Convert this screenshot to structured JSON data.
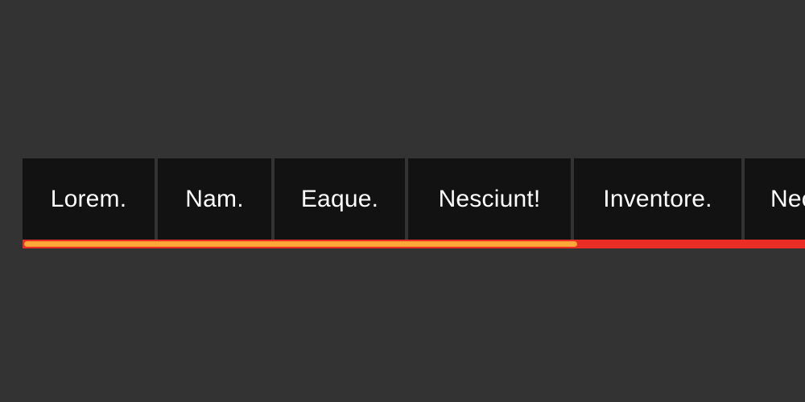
{
  "tabs": [
    {
      "label": "Lorem."
    },
    {
      "label": "Nam."
    },
    {
      "label": "Eaque."
    },
    {
      "label": "Nesciunt!"
    },
    {
      "label": "Inventore."
    },
    {
      "label": "Nec"
    }
  ],
  "progress": {
    "fraction": 0.71,
    "fill_color": "#ffa83a",
    "track_color": "#ea2d25"
  },
  "theme": {
    "background": "#333333",
    "tab_background": "#121212",
    "tab_text": "#ffffff"
  }
}
